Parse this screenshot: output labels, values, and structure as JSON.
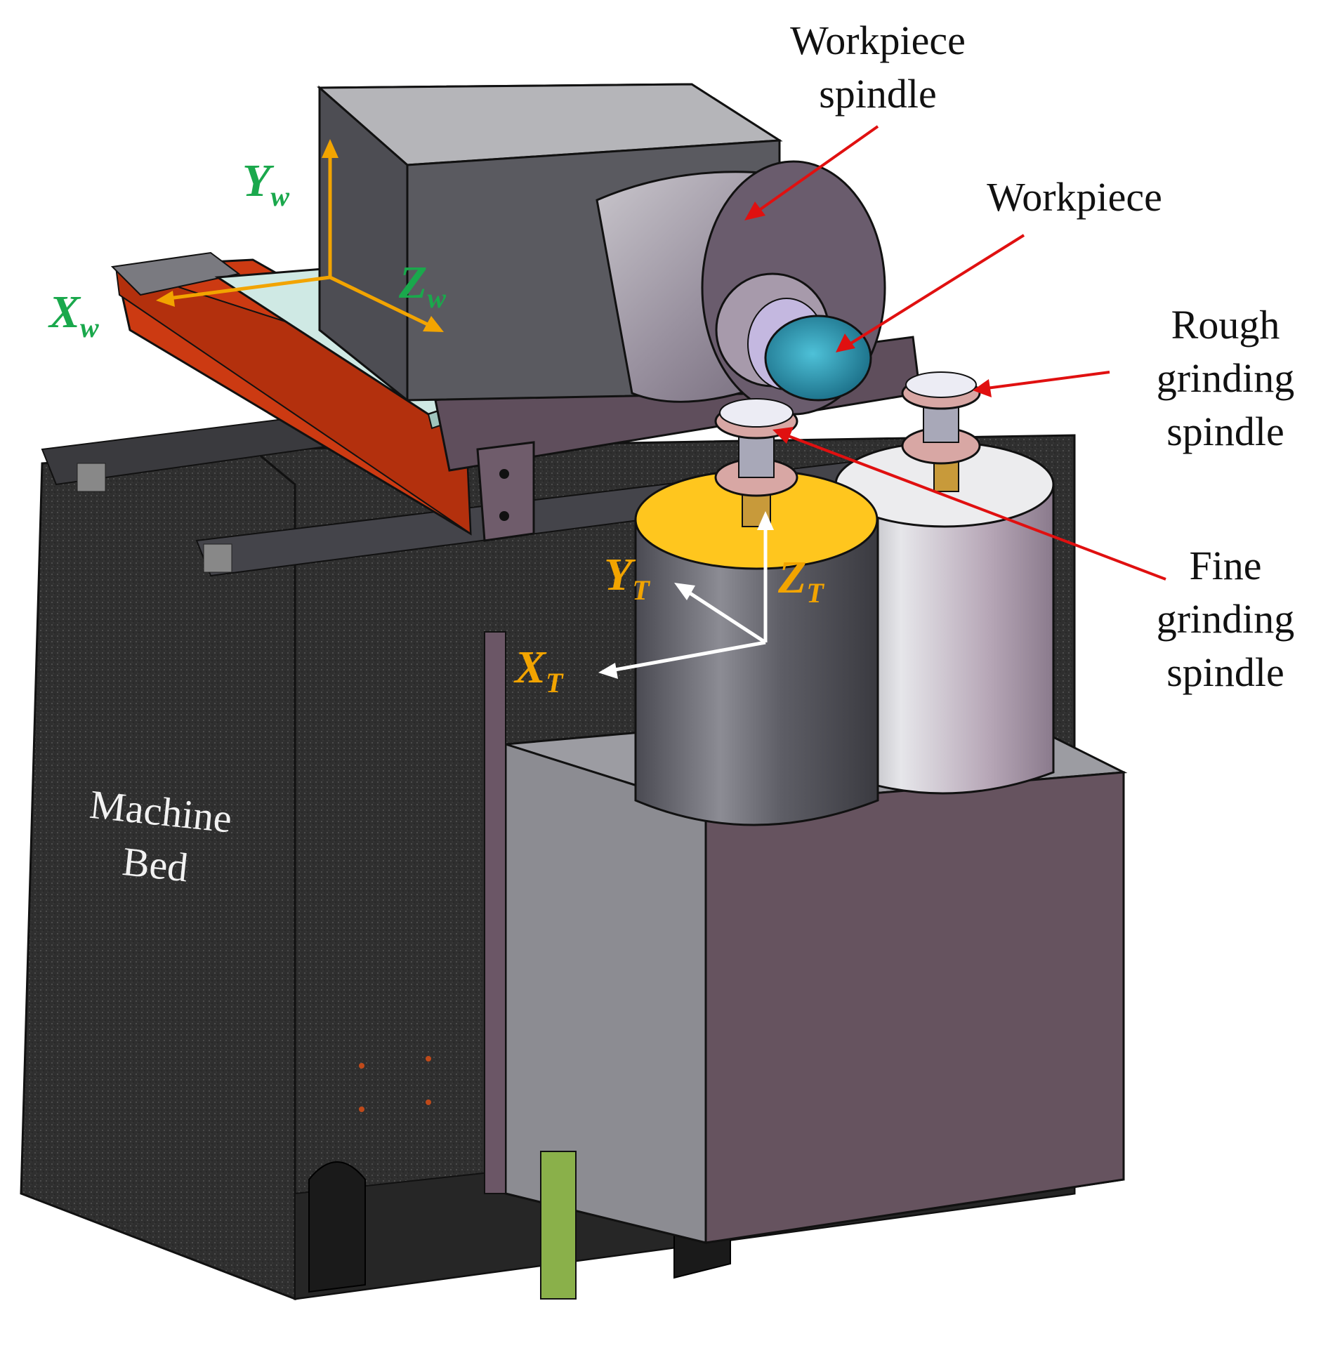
{
  "labels": {
    "workpiece_spindle": [
      "Workpiece",
      "spindle"
    ],
    "workpiece": "Workpiece",
    "rough_grinding_spindle": [
      "Rough",
      "grinding",
      "spindle"
    ],
    "fine_grinding_spindle": [
      "Fine",
      "grinding",
      "spindle"
    ],
    "machine_bed": [
      "Machine",
      "Bed"
    ]
  },
  "axes": {
    "workpiece_frame": [
      {
        "letter": "Y",
        "subscript": "w"
      },
      {
        "letter": "Z",
        "subscript": "w"
      },
      {
        "letter": "X",
        "subscript": "w"
      }
    ],
    "tool_frame": [
      {
        "letter": "Y",
        "subscript": "T"
      },
      {
        "letter": "Z",
        "subscript": "T"
      },
      {
        "letter": "X",
        "subscript": "T"
      }
    ]
  },
  "colors": {
    "workpiece_axis_label": "#1aa84c",
    "workpiece_axis_arrow": "#f2a400",
    "tool_axis_label": "#f2a400",
    "tool_axis_arrow": "#ffffff",
    "leader_arrow": "#e01010",
    "bed": "#2e2e2e",
    "table_slide": "#cc3a12",
    "housing": "#6b5666"
  }
}
